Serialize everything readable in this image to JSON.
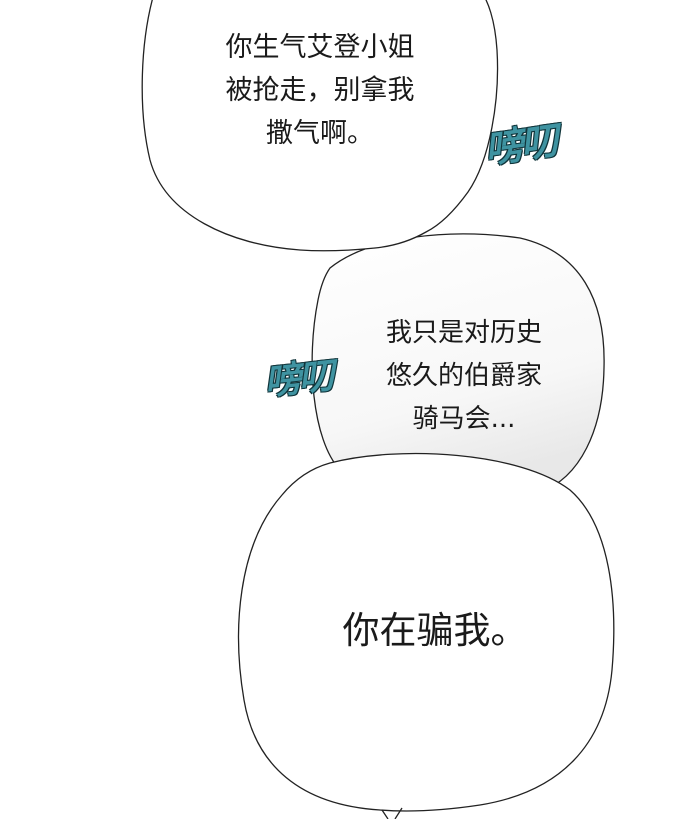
{
  "panel": {
    "bubble_top": {
      "lines": [
        "你生气艾登小姐",
        "被抢走，别拿我",
        "撒气啊。"
      ]
    },
    "bubble_middle": {
      "lines": [
        "我只是对历史",
        "悠久的伯爵家",
        "骑马会..."
      ]
    },
    "bubble_bottom": {
      "lines": [
        "你在骗我。"
      ]
    },
    "sfx": [
      "嗙叨",
      "嗙叨"
    ]
  },
  "colors": {
    "background": "#ffffff",
    "bubble_outline": "#222222",
    "sfx_fill": "#3f93a1",
    "sfx_outline": "#10343a"
  }
}
